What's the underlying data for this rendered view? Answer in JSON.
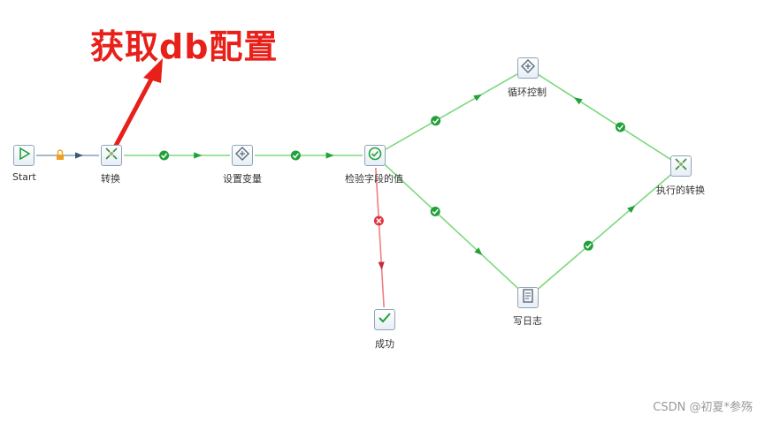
{
  "annotation": "获取db配置",
  "watermark": "CSDN @初夏*参殇",
  "colors": {
    "ok": "#22a03a",
    "okLine": "#7dd87d",
    "error": "#e0333e",
    "errorLine": "#f08080",
    "lock": "#f0a020",
    "plain": "#4a6a8a",
    "arrowRed": "#e8201a"
  },
  "nodes": [
    {
      "id": "start",
      "label": "Start",
      "icon": "play-icon"
    },
    {
      "id": "transform",
      "label": "转换",
      "icon": "transform-icon"
    },
    {
      "id": "setvar",
      "label": "设置变量",
      "icon": "variable-icon"
    },
    {
      "id": "check",
      "label": "检验字段的值",
      "icon": "check-circle-icon"
    },
    {
      "id": "loop",
      "label": "循环控制",
      "icon": "variable-icon"
    },
    {
      "id": "exec",
      "label": "执行的转换",
      "icon": "transform-icon"
    },
    {
      "id": "log",
      "label": "写日志",
      "icon": "document-icon"
    },
    {
      "id": "success",
      "label": "成功",
      "icon": "checkmark-icon"
    }
  ],
  "edges": [
    {
      "from": "start",
      "to": "transform",
      "kind": "unconditional"
    },
    {
      "from": "transform",
      "to": "setvar",
      "kind": "ok"
    },
    {
      "from": "setvar",
      "to": "check",
      "kind": "ok"
    },
    {
      "from": "check",
      "to": "loop",
      "kind": "ok"
    },
    {
      "from": "exec",
      "to": "loop",
      "kind": "ok"
    },
    {
      "from": "check",
      "to": "log",
      "kind": "ok"
    },
    {
      "from": "log",
      "to": "exec",
      "kind": "ok"
    },
    {
      "from": "check",
      "to": "success",
      "kind": "error"
    }
  ]
}
